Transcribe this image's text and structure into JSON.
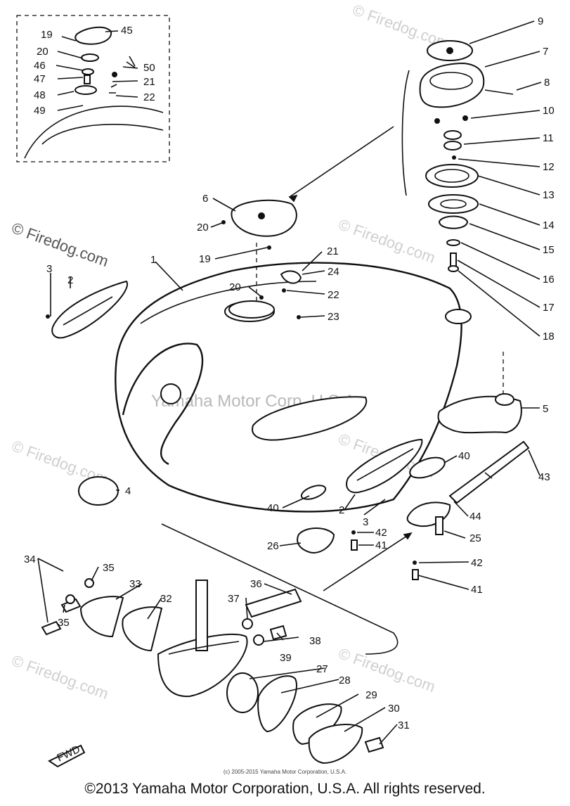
{
  "watermark": {
    "brand": "© Firedog.com",
    "center": "Yamaha Motor Corp, U.S.A"
  },
  "inset_labels": [
    "19",
    "45",
    "20",
    "46",
    "50",
    "47",
    "21",
    "48",
    "22",
    "49"
  ],
  "part_labels": [
    "9",
    "7",
    "8",
    "10",
    "11",
    "12",
    "13",
    "14",
    "15",
    "16",
    "17",
    "18",
    "6",
    "20",
    "19",
    "21",
    "24",
    "20",
    "22",
    "23",
    "1",
    "3",
    "2",
    "5",
    "4",
    "40",
    "43",
    "40",
    "2",
    "3",
    "42",
    "41",
    "44",
    "25",
    "26",
    "42",
    "41",
    "34",
    "35",
    "33",
    "32",
    "36",
    "37",
    "35",
    "38",
    "39",
    "27",
    "28",
    "29",
    "30",
    "31"
  ],
  "fwd_label": "FWD",
  "small_credit": "(c) 2005-2015 Yamaha Motor Corporation, U.S.A.",
  "copyright": "©2013 Yamaha Motor Corporation, U.S.A. All rights reserved."
}
